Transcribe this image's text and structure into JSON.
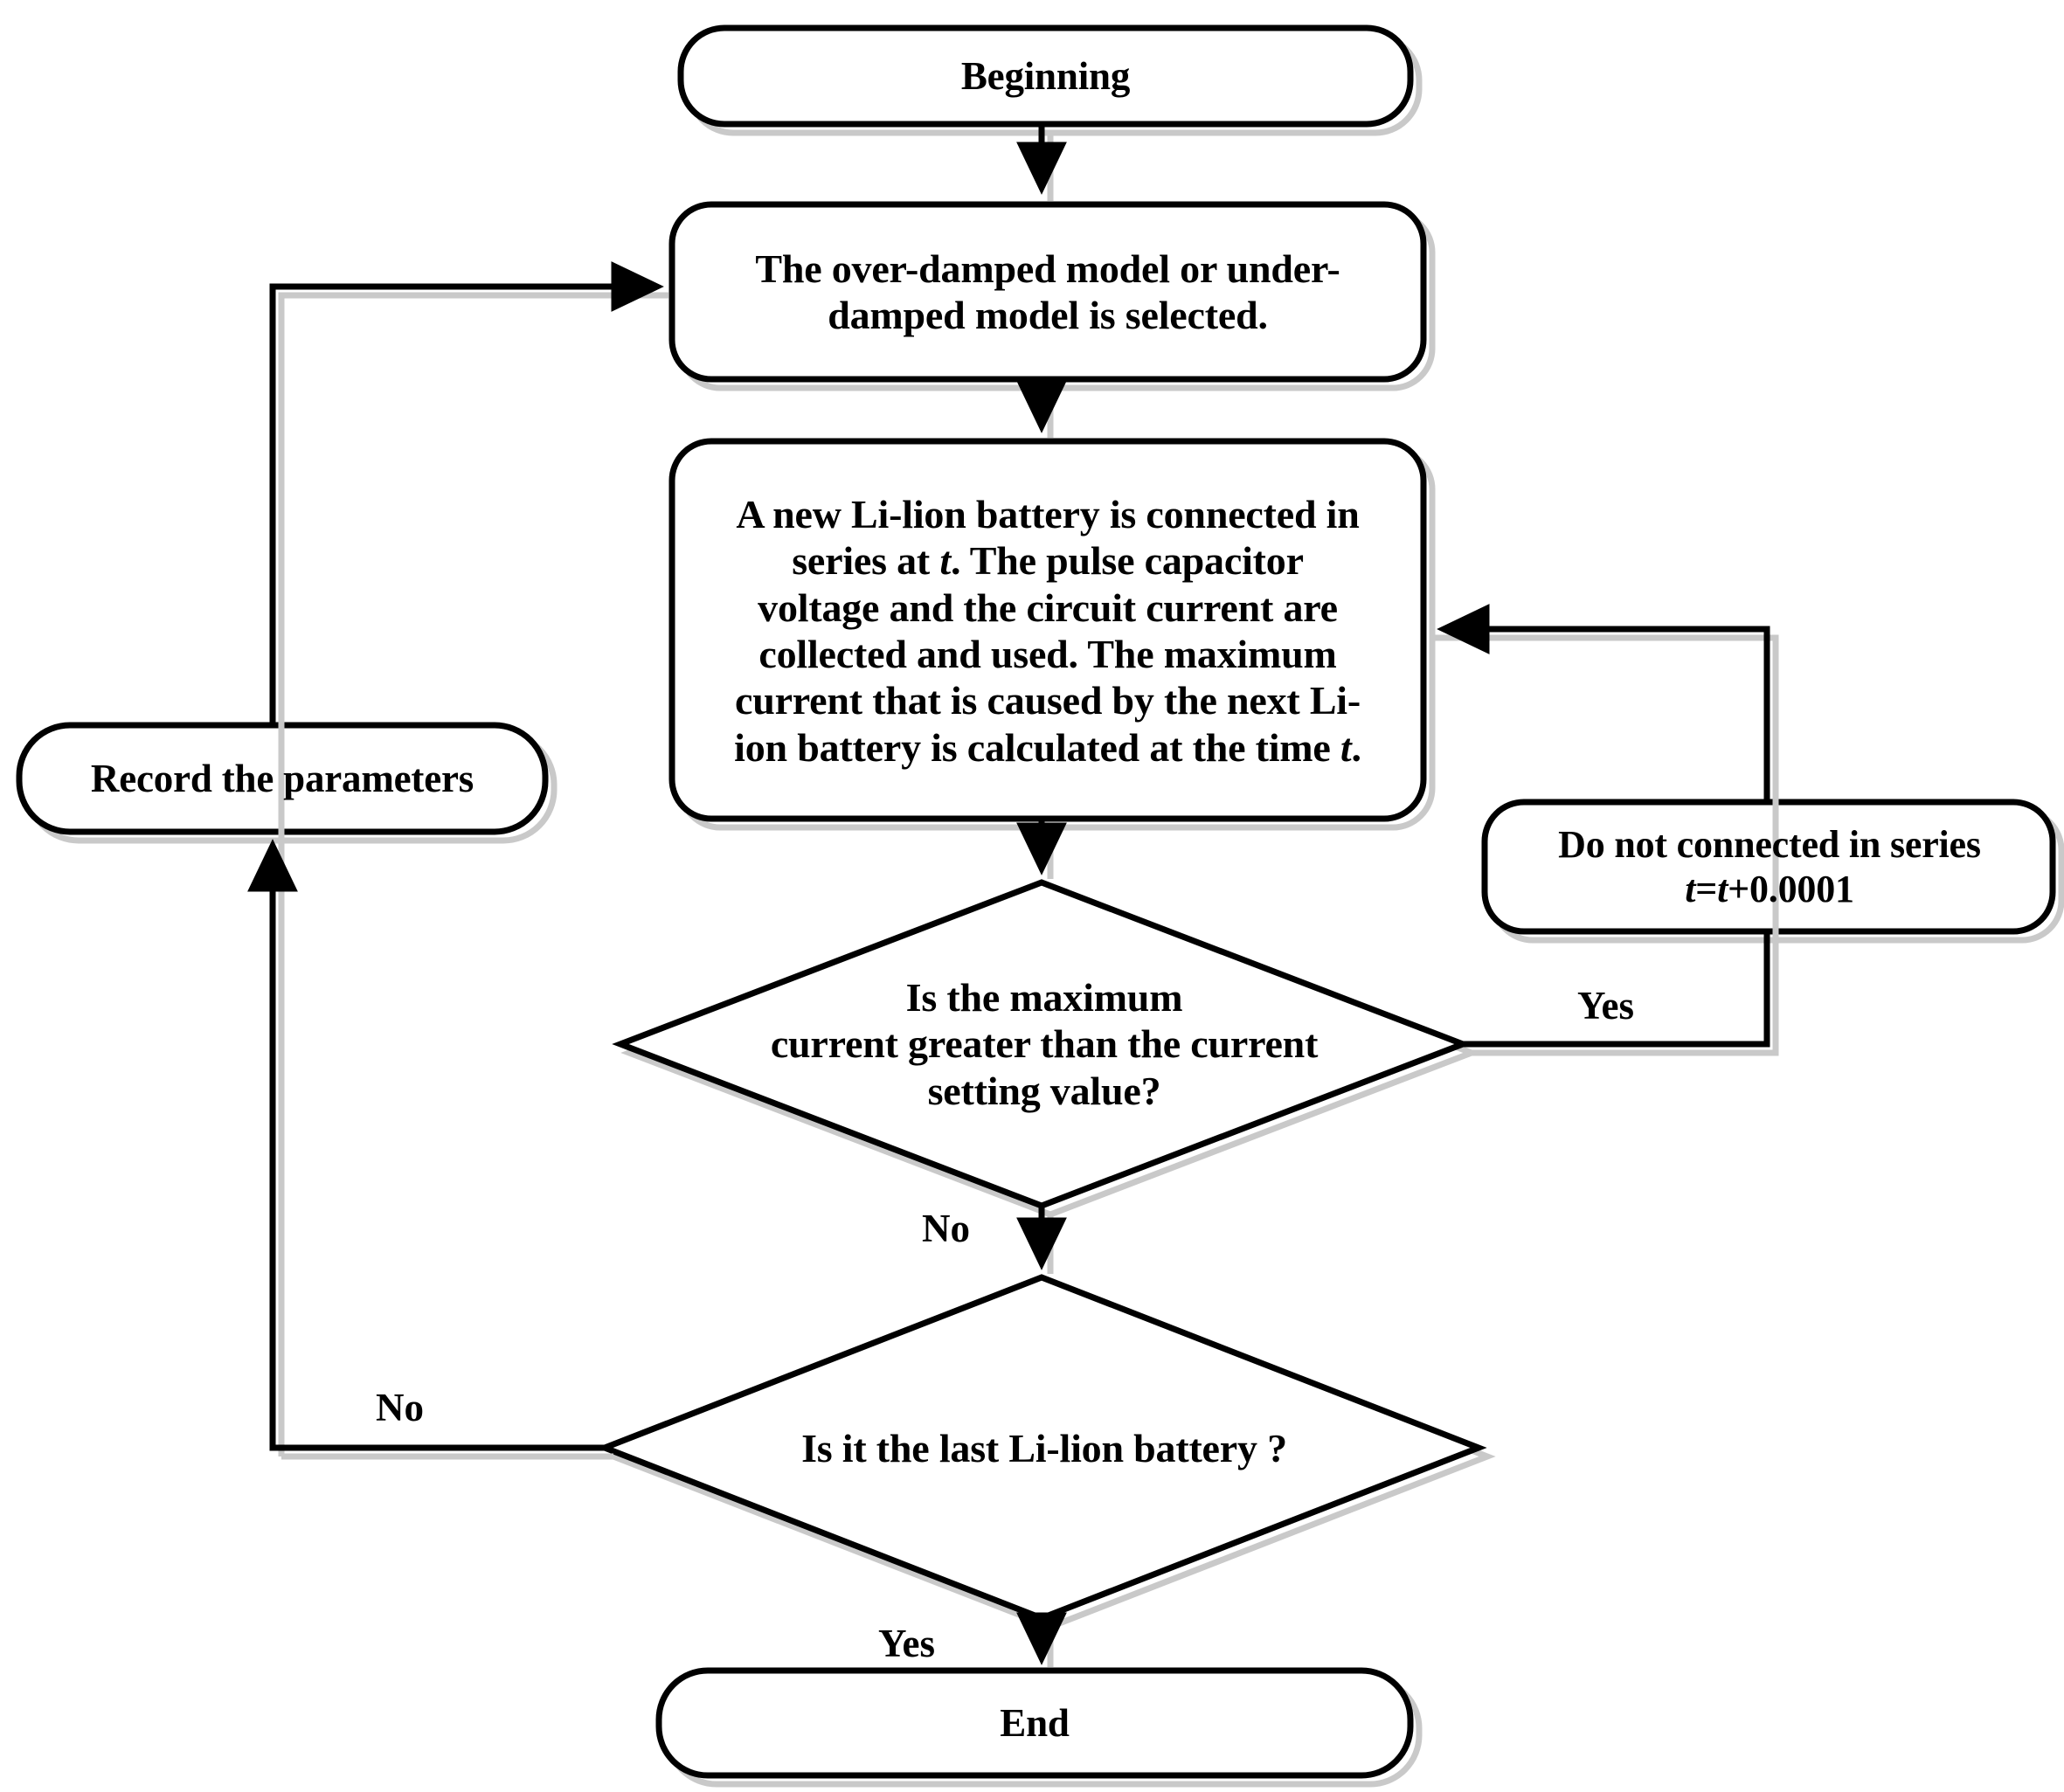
{
  "diagram": {
    "type": "flowchart",
    "title": "Li-ion battery series-connection control flowchart",
    "colors": {
      "stroke": "#000000",
      "fill": "#ffffff",
      "shadow": "#c8c8c8",
      "text": "#000000"
    },
    "nodes": {
      "begin": {
        "shape": "rounded-terminator",
        "label": "Beginning"
      },
      "model_select": {
        "shape": "rounded-process",
        "line1": "The over-damped model or under-",
        "line2": "damped model is selected."
      },
      "calc": {
        "shape": "rounded-process",
        "line1": "A new Li-lion battery is connected in",
        "line2_a": "series at ",
        "line2_t": "t",
        "line2_b": ". The  pulse capacitor",
        "line3": "voltage and the circuit current are",
        "line4": "collected and used. The maximum",
        "line5": "current that is caused by the next Li-",
        "line6_a": "ion battery is calculated at the time ",
        "line6_t": "t",
        "line6_b": "."
      },
      "decision_current": {
        "shape": "diamond",
        "line1": "Is  the maximum",
        "line2": "current  greater than the current",
        "line3": "setting value?"
      },
      "no_series": {
        "shape": "rounded-process",
        "line1": "Do not connected in series",
        "line2_t1": "t",
        "line2_eq": "=",
        "line2_t2": "t",
        "line2_rest": "+0.0001"
      },
      "decision_last": {
        "shape": "diamond",
        "label": "Is it the last Li-lion battery ?"
      },
      "record": {
        "shape": "rounded-process",
        "label": "Record the parameters"
      },
      "end": {
        "shape": "rounded-terminator",
        "label": "End"
      }
    },
    "edge_labels": {
      "current_yes": "Yes",
      "current_no": "No",
      "last_no": "No",
      "last_yes": "Yes"
    }
  }
}
